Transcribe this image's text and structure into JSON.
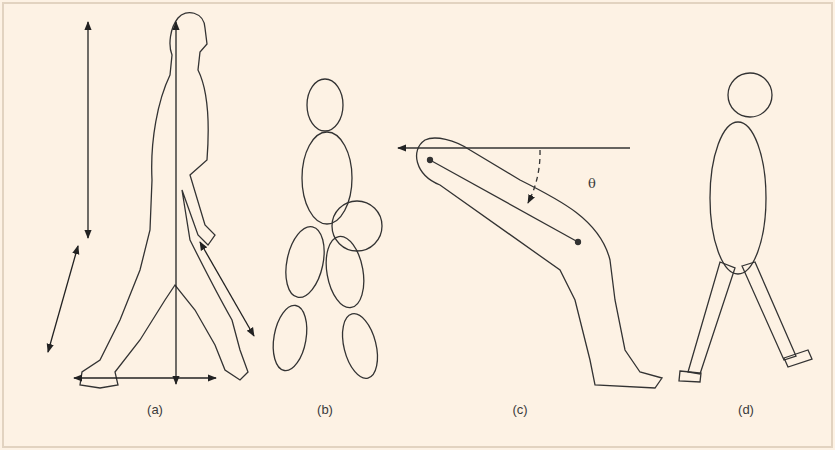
{
  "diagram": {
    "labels": [
      "(a)",
      "(b)",
      "(c)",
      "(d)",
      "θ"
    ]
  }
}
